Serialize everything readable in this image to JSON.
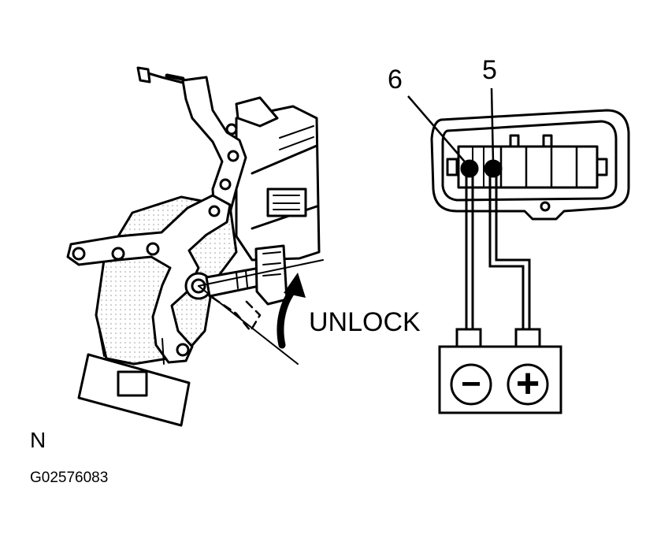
{
  "labels": {
    "pin_6": "6",
    "pin_5": "5",
    "unlock": "UNLOCK",
    "view_code": "N",
    "figure_id": "G02576083",
    "minus_terminal": "−",
    "plus_terminal": "+"
  },
  "icons": {
    "battery": "battery-icon",
    "arrow": "curved-arrow-icon"
  },
  "colors": {
    "ink": "#000000",
    "shade": "#d9d9d9",
    "background": "#ffffff"
  }
}
